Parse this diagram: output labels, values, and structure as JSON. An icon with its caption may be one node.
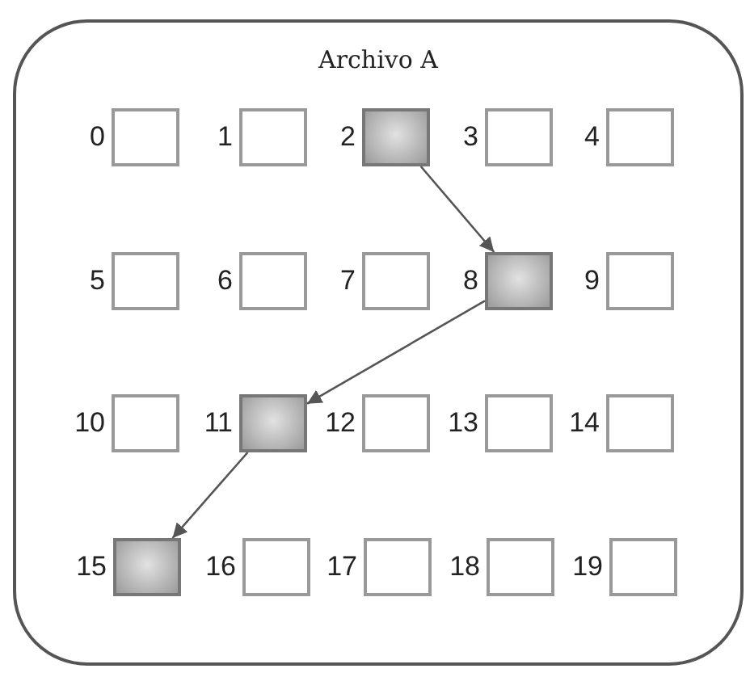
{
  "diagram": {
    "nodes": [
      {
        "text": [
          "Archivo A"
        ]
      },
      {
        "text": [],
        "shape": "box",
        "in": 0,
        "beside": [
          "0"
        ]
      },
      {
        "text": [],
        "shape": "box",
        "in": 0,
        "beside": [
          "1"
        ]
      },
      {
        "text": [],
        "shape": "box",
        "in": 0,
        "beside": [
          "2"
        ]
      },
      {
        "text": [],
        "shape": "box",
        "in": 0,
        "beside": [
          "3"
        ]
      },
      {
        "text": [],
        "shape": "box",
        "in": 0,
        "beside": [
          "4"
        ]
      },
      {
        "text": [],
        "shape": "box",
        "in": 0,
        "beside": [
          "5"
        ]
      },
      {
        "text": [],
        "shape": "box",
        "in": 0,
        "beside": [
          "6"
        ]
      },
      {
        "text": [],
        "shape": "box",
        "in": 0,
        "beside": [
          "7"
        ]
      },
      {
        "text": [],
        "shape": "box",
        "in": 0,
        "beside": [
          "8"
        ]
      },
      {
        "text": [],
        "shape": "box",
        "in": 0,
        "beside": [
          "9"
        ]
      },
      {
        "text": [],
        "shape": "box",
        "in": 0,
        "beside": [
          "10"
        ]
      },
      {
        "text": [],
        "shape": "box",
        "in": 0,
        "beside": [
          "11"
        ]
      },
      {
        "text": [],
        "shape": "box",
        "in": 0,
        "beside": [
          "12"
        ]
      },
      {
        "text": [],
        "shape": "box",
        "in": 0,
        "beside": [
          "13"
        ]
      },
      {
        "text": [],
        "shape": "box",
        "in": 0,
        "beside": [
          "14"
        ]
      },
      {
        "text": [],
        "shape": "box",
        "in": 0,
        "beside": [
          "15"
        ]
      },
      {
        "text": [],
        "shape": "box",
        "in": 0,
        "beside": [
          "16"
        ]
      },
      {
        "text": [],
        "shape": "box",
        "in": 0,
        "beside": [
          "17"
        ]
      },
      {
        "text": [],
        "shape": "box",
        "in": 0,
        "beside": [
          "18"
        ]
      },
      {
        "text": [],
        "shape": "box",
        "in": 0,
        "beside": [
          "19"
        ]
      }
    ],
    "edges": [
      {
        "from": 3,
        "to": 9,
        "arrow": "to"
      },
      {
        "from": 9,
        "to": 12,
        "arrow": "to"
      },
      {
        "from": 12,
        "to": 16,
        "arrow": "to"
      }
    ]
  }
}
